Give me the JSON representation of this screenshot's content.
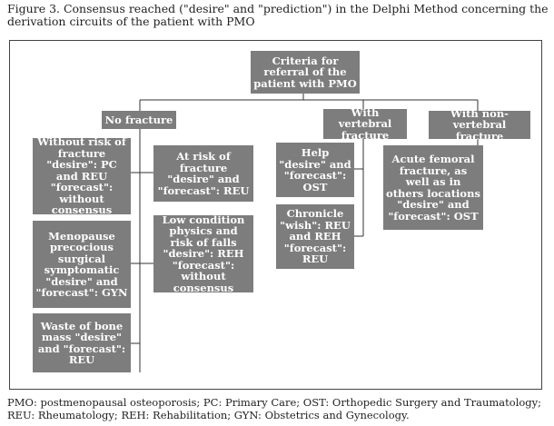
{
  "caption": "Figure 3. Consensus reached (\"desire\" and \"prediction\") in the Delphi Method concerning the derivation circuits of the patient with PMO",
  "nodes": {
    "root": "Criteria for referral of the patient with PMO",
    "no_fracture": "No fracture",
    "vertebral": "With vertebral fracture",
    "non_vertebral": "With non-vertebral fracture",
    "without_risk": "Without risk of fracture \"desire\": PC and REU \"forecast\": without consensus",
    "menopause": "Menopause precocious surgical symptomatic \"desire\" and \"forecast\": GYN",
    "bone_mass": "Waste of bone mass \"desire\" and \"forecast\": REU",
    "at_risk": "At risk of fracture \"desire\" and \"forecast\": REU",
    "low_condition": "Low condition physics and risk of falls \"desire\": REH \"forecast\": without consensus",
    "help": "Help \"desire\" and \"forecast\": OST",
    "chronicle": "Chronicle \"wish\": REU and REH \"forecast\": REU",
    "femoral": "Acute femoral fracture, as well as in others locations \"desire\" and \"forecast\": OST"
  },
  "footer": "PMO: postmenopausal osteoporosis; PC: Primary Care; OST: Orthopedic Surgery and Traumatology; REU: Rheumatology; REH: Rehabilitation; GYN: Obstetrics and Gynecology."
}
